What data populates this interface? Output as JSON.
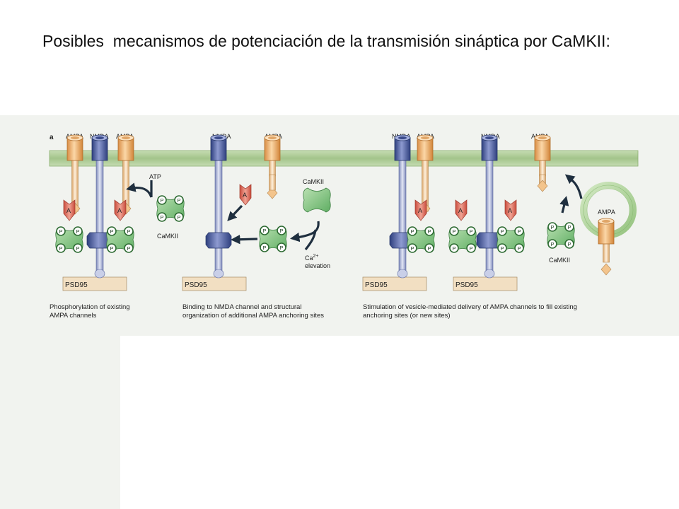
{
  "title": "Posibles  mecanismos de potenciación de la transmisión sináptica por CaMKII:",
  "figure": {
    "panel_label": "a",
    "receptor_labels": {
      "panel1": [
        "AMPA",
        "NMDA",
        "AMPA"
      ],
      "panel2": [
        "NMDA",
        "AMPA"
      ],
      "panel3": [
        "NMDA",
        "AMPA",
        "NMDA",
        "AMPA"
      ]
    },
    "atp_label": "ATP",
    "camkii_label": "CaMKII",
    "kinase_sites": "P",
    "anchor_letter": "A",
    "psd_label": "PSD95",
    "ca_label": "Ca",
    "ca_superscript": "2+",
    "elevation_label": "elevation",
    "vesicle_label": "AMPA",
    "captions": [
      [
        "Phosphorylation of existing",
        "AMPA channels"
      ],
      [
        "Binding to NMDA channel and structural",
        "organization of additional AMPA anchoring sites"
      ],
      [
        "Stimulation of vesicle-mediated delivery of AMPA channels to fill existing",
        "anchoring sites (or new sites)"
      ]
    ],
    "colors": {
      "membrane": "#a9c992",
      "ampa": "#f0b472",
      "nmda": "#48599c",
      "camkii": "#6dbb6f",
      "anchor": "#e06a5a",
      "psd": "#f2dfc2",
      "arrow": "#1f2f3f"
    }
  }
}
